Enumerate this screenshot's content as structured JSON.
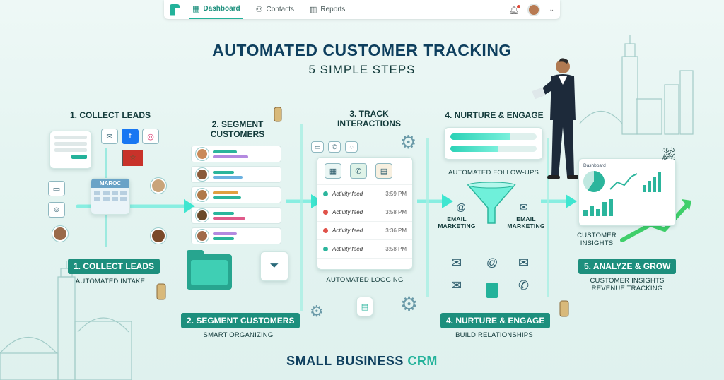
{
  "nav": {
    "tabs": [
      {
        "label": "Dashboard",
        "icon": "grid-icon",
        "active": true
      },
      {
        "label": "Contacts",
        "icon": "contacts-icon",
        "active": false
      },
      {
        "label": "Reports",
        "icon": "chart-icon",
        "active": false
      }
    ]
  },
  "title": "AUTOMATED CUSTOMER TRACKING",
  "subtitle": "5 SIMPLE STEPS",
  "steps": {
    "s1": {
      "heading": "1. COLLECT LEADS",
      "badge": "1. COLLECT LEADS",
      "caption": "AUTOMATED INTAKE",
      "building_label": "MAROC"
    },
    "s2": {
      "heading_line1": "2. SEGMENT",
      "heading_line2": "CUSTOMERS",
      "badge": "2. SEGMENT CUSTOMERS",
      "caption": "SMART ORGANIZING"
    },
    "s3": {
      "heading_line1": "3. TRACK",
      "heading_line2": "INTERACTIONS",
      "caption": "AUTOMATED LOGGING",
      "feed": [
        {
          "label": "Activity feed",
          "time": "3:59 PM",
          "color": "#2bb59c"
        },
        {
          "label": "Activity feed",
          "time": "3:58 PM",
          "color": "#e0524a"
        },
        {
          "label": "Activity feed",
          "time": "3:36 PM",
          "color": "#e0524a"
        },
        {
          "label": "Activity feed",
          "time": "3:58 PM",
          "color": "#2bb59c"
        }
      ]
    },
    "s4": {
      "heading": "4. NURTURE & ENGAGE",
      "subheading": "AUTOMATED FOLLOW-UPS",
      "email_left_1": "EMAIL",
      "email_left_2": "MARKETING",
      "email_right_1": "EMAIL",
      "email_right_2": "MARKETING",
      "badge": "4. NURTURE & ENGAGE",
      "caption": "BUILD RELATIONSHIPS"
    },
    "s5": {
      "insights_1": "CUSTOMER",
      "insights_2": "INSIGHTS",
      "badge": "5. ANALYZE & GROW",
      "caption_1": "CUSTOMER INSIGHTS",
      "caption_2": "REVENUE TRACKING",
      "dashboard_label": "Dashboard"
    }
  },
  "footer": {
    "part1": "SMALL BUSINESS ",
    "part2": "CRM"
  },
  "colors": {
    "accent": "#23b29a",
    "badge": "#1d8f7d",
    "flow": "#3ee6d0",
    "title": "#0e3f5e"
  }
}
